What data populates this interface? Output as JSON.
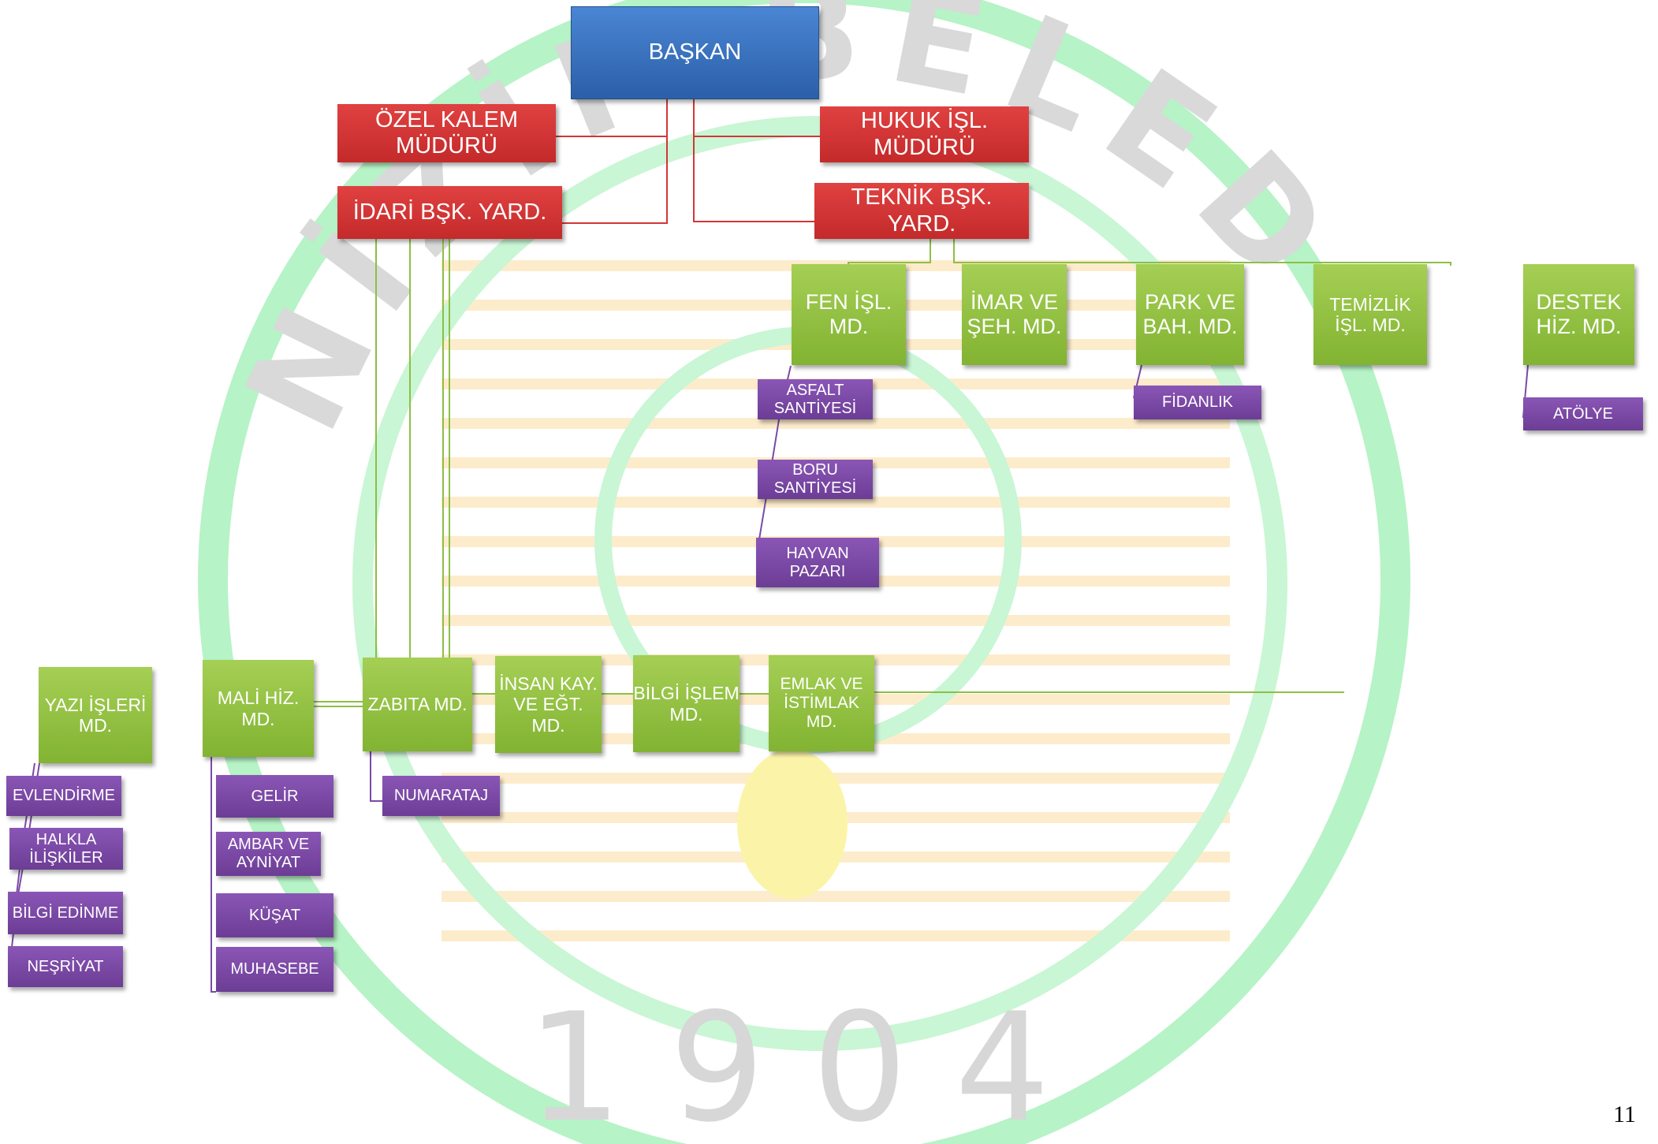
{
  "watermark": {
    "arc_text": "NİZİP BELEDİYESİ",
    "year": "1904",
    "colors": {
      "ring": "#b6f3c6",
      "stripe": "#fdeccb",
      "text": "#d7d7d7",
      "drop": "#fbf4a8"
    }
  },
  "colors": {
    "blue": "#3a73c2",
    "red": "#d23636",
    "green": "#94c446",
    "purple": "#7a4aa6",
    "line_red": "#d23636",
    "line_green": "#8dbf45",
    "line_purple": "#7a4aa6"
  },
  "mayor": {
    "label": "BAŞKAN"
  },
  "ozel_kalem": {
    "label": "ÖZEL KALEM\nMÜDÜRÜ"
  },
  "hukuk": {
    "label": "HUKUK İŞL.\nMÜDÜRÜ"
  },
  "idari": {
    "label": "İDARİ BŞK. YARD."
  },
  "teknik": {
    "label": "TEKNİK BŞK. YARD."
  },
  "tech_units": [
    {
      "label": "FEN İŞL.\nMD."
    },
    {
      "label": "İMAR VE\nŞEH. MD."
    },
    {
      "label": "PARK VE\nBAH. MD."
    },
    {
      "label": "TEMİZLİK\nİŞL. MD."
    },
    {
      "label": "DESTEK\nHİZ. MD."
    }
  ],
  "fen_subs": [
    {
      "label": "ASFALT\nSANTİYESİ"
    },
    {
      "label": "BORU\nSANTİYESİ"
    },
    {
      "label": "HAYVAN\nPAZARI"
    }
  ],
  "park_sub": {
    "label": "FİDANLIK"
  },
  "destek_sub": {
    "label": "ATÖLYE"
  },
  "admin_units": [
    {
      "label": "YAZI İŞLERİ\nMD."
    },
    {
      "label": "MALİ HİZ.\nMD."
    },
    {
      "label": "ZABITA MD."
    },
    {
      "label": "İNSAN KAY.\nVE EĞT.\nMD."
    },
    {
      "label": "BİLGİ İŞLEM\nMD."
    },
    {
      "label": "EMLAK VE\nİSTİMLAK\nMD."
    }
  ],
  "yazi_subs": [
    {
      "label": "EVLENDİRME"
    },
    {
      "label": "HALKLA\nİLİŞKİLER"
    },
    {
      "label": "BİLGİ EDİNME"
    },
    {
      "label": "NEŞRİYAT"
    }
  ],
  "mali_subs": [
    {
      "label": "GELİR"
    },
    {
      "label": "AMBAR VE\nAYNİYAT"
    },
    {
      "label": "KÜŞAT"
    },
    {
      "label": "MUHASEBE"
    }
  ],
  "zabita_sub": {
    "label": "NUMARATAJ"
  },
  "page_number": "11"
}
